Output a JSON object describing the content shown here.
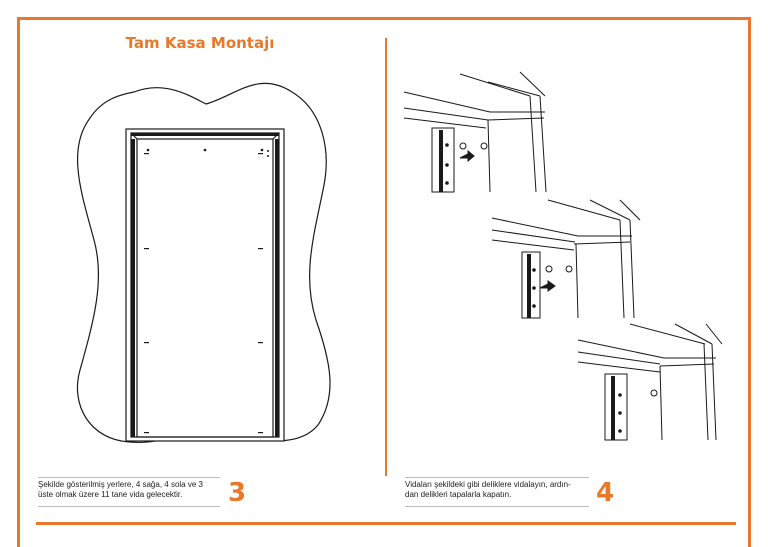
{
  "title": "Tam Kasa Montajı",
  "steps": [
    {
      "number": "3",
      "caption_line1": "Şekilde gösterilmiş yerlere, 4 sağa, 4 sola ve 3",
      "caption_line2": "üste olmak üzere 11 tane vida gelecektir."
    },
    {
      "number": "4",
      "caption_line1": "Vidaları şekildeki gibi deliklere vidalayın, ardın-",
      "caption_line2": "dan delikleri tapalarla kapatın."
    }
  ],
  "colors": {
    "accent": "#e8782a",
    "line": "#1a1a1a"
  },
  "icons": [
    "arrow-right-icon",
    "screw-icon",
    "screw-hole-icon"
  ]
}
